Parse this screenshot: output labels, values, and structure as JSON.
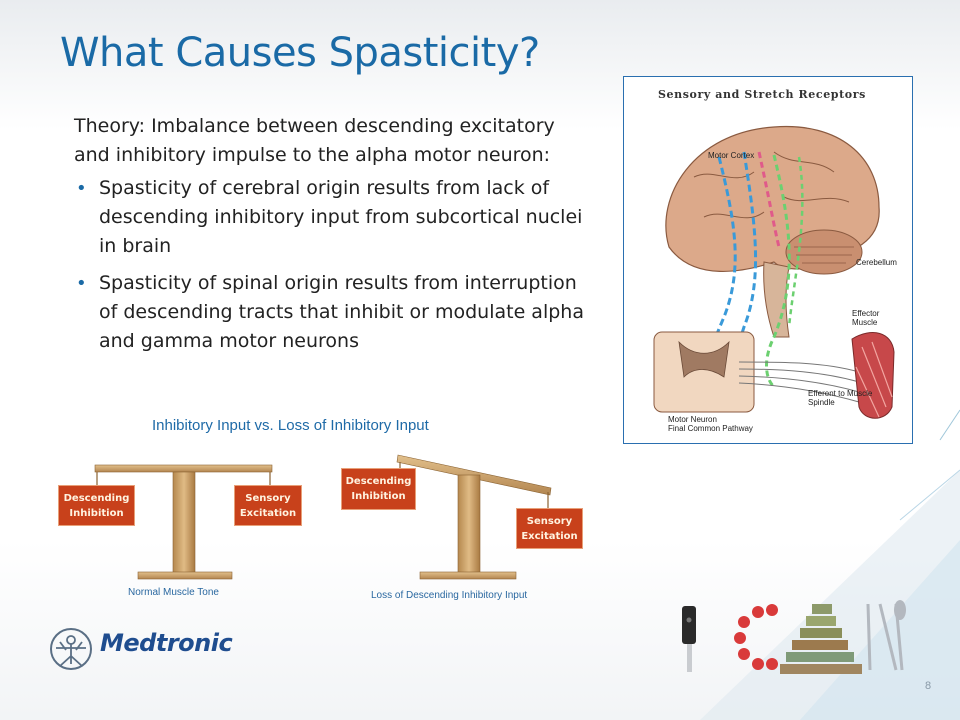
{
  "slide": {
    "title": "What Causes Spasticity?",
    "intro": "Theory: Imbalance between descending excitatory and inhibitory impulse to the alpha motor neuron:",
    "bullets": [
      "Spasticity of cerebral origin results from lack of descending inhibitory input from subcortical nuclei in brain",
      "Spasticity of spinal origin results from interruption of descending tracts that inhibit or modulate alpha and gamma motor neurons"
    ],
    "page_number": "8"
  },
  "figure": {
    "title": "Sensory and Stretch Receptors",
    "labels": {
      "motor_cortex": "Motor Cortex",
      "cerebellum": "Cerebellum",
      "effector_muscle": "Effector Muscle",
      "efferent": "Efferent to Muscle Spindle",
      "motor_neuron": "Motor Neuron",
      "final_pathway": "Final Common Pathway"
    }
  },
  "scales": {
    "caption": "Inhibitory Input vs. Loss of Inhibitory Input",
    "left": {
      "left_box": "Descending Inhibition",
      "right_box": "Sensory Excitation",
      "caption": "Normal Muscle Tone"
    },
    "right": {
      "left_box": "Descending Inhibition",
      "right_box": "Sensory Excitation",
      "caption": "Loss of Descending Inhibitory Input"
    }
  },
  "logo": {
    "text": "Medtronic"
  },
  "colors": {
    "title": "#1a6aa6",
    "box_fill": "#c8411b",
    "wood": "#c9a06a",
    "frame_border": "#2a6fb0",
    "logo": "#1f4d8f"
  }
}
